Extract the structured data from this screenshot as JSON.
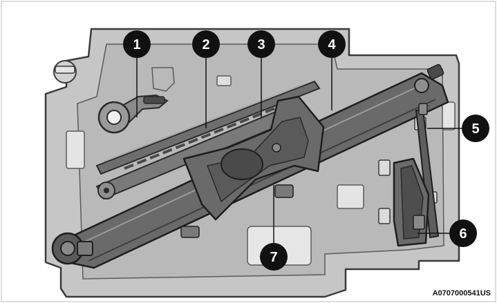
{
  "callouts": [
    {
      "id": "1",
      "label": "1"
    },
    {
      "id": "2",
      "label": "2"
    },
    {
      "id": "3",
      "label": "3"
    },
    {
      "id": "4",
      "label": "4"
    },
    {
      "id": "5",
      "label": "5"
    },
    {
      "id": "6",
      "label": "6"
    },
    {
      "id": "7",
      "label": "7"
    }
  ],
  "figure_code": "A0707000541US",
  "colors": {
    "frame_border": "#dcdcdc",
    "tray": "#c6c6c6",
    "tray_outline": "#3a3a3a",
    "tool_dark": "#5a5a5a",
    "tool_mid": "#7a7a7a",
    "callout_fill": "#111111",
    "callout_text": "#ffffff"
  }
}
